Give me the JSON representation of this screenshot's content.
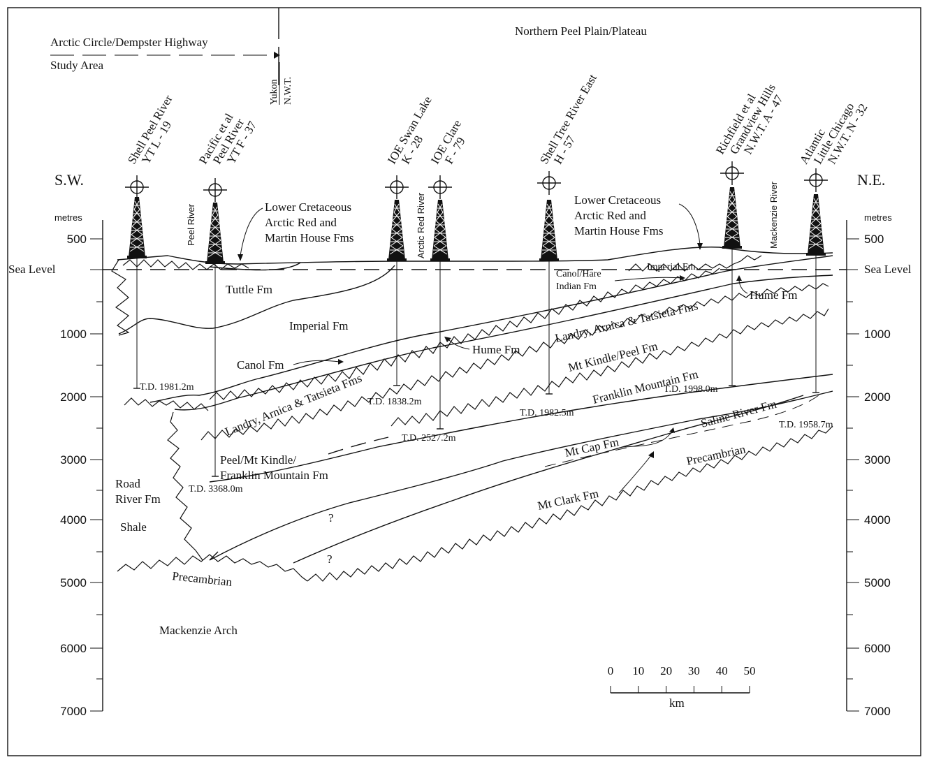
{
  "header": {
    "route_label": "Arctic Circle/Dempster Highway",
    "study_area": "Study Area",
    "region_title": "Northern Peel Plain/Plateau",
    "border_yukon": "Yukon",
    "border_nwt": "N.W.T."
  },
  "orientation": {
    "left": "S.W.",
    "right": "N.E."
  },
  "axes": {
    "unit": "metres",
    "sea_level": "Sea Level",
    "ticks": [
      "500",
      "1000",
      "2000",
      "3000",
      "4000",
      "5000",
      "6000",
      "7000"
    ]
  },
  "wells": [
    {
      "name_line1": "Shell Peel River",
      "name_line2": "YT L - 19",
      "name_line3": "",
      "td": "T.D. 1981.2m"
    },
    {
      "name_line1": "Pacific et al",
      "name_line2": "Peel River",
      "name_line3": "YT F - 37",
      "td": "T.D. 3368.0m"
    },
    {
      "name_line1": "IOE Swan Lake",
      "name_line2": "K - 28",
      "name_line3": "",
      "td": "T.D. 1838.2m"
    },
    {
      "name_line1": "IOE Clare",
      "name_line2": "F - 79",
      "name_line3": "",
      "td": "T.D. 2527.2m"
    },
    {
      "name_line1": "Shell Tree River East",
      "name_line2": "H - 57",
      "name_line3": "",
      "td": "T.D. 1982.5m"
    },
    {
      "name_line1": "Richfield et al",
      "name_line2": "Grandview Hills",
      "name_line3": "N.W.T. A - 47",
      "td": "T.D. 1998.0m"
    },
    {
      "name_line1": "Atlantic",
      "name_line2": "Little Chicago",
      "name_line3": "N.W.T. N - 32",
      "td": "T.D. 1958.7m"
    }
  ],
  "rivers": {
    "peel": "Peel River",
    "arctic_red": "Arctic Red River",
    "mackenzie": "Mackenzie River"
  },
  "formations": {
    "lower_cret_1": [
      "Lower Cretaceous",
      "Arctic Red and",
      "Martin House Fms"
    ],
    "lower_cret_2": [
      "Lower Cretaceous",
      "Arctic Red and",
      "Martin House Fms"
    ],
    "tuttle": "Tuttle Fm",
    "imperial": "Imperial Fm",
    "imperial_ne": "Imperial Fm",
    "canol_hare": [
      "Canol/Hare",
      "Indian Fm"
    ],
    "hume_ne": "Hume Fm",
    "hume": "Hume Fm",
    "canol": "Canol Fm",
    "landry_ne": "Landry, Arnica & Tatsieta Fms",
    "landry_sw": "Landry, Arnica & Tatsieta Fms",
    "mt_kindle_peel": "Mt Kindle/Peel Fm",
    "franklin": "Franklin Mountain Fm",
    "peel_mt_kindle": [
      "Peel/Mt Kindle/",
      "Franklin Mountain Fm"
    ],
    "saline": "Saline River Fm",
    "mt_cap": "Mt Cap Fm",
    "precambrian_ne": "Precambrian",
    "mt_clark": "Mt Clark Fm",
    "road_river": [
      "Road",
      "River Fm"
    ],
    "shale": "Shale",
    "precambrian_sw": "Precambrian",
    "mackenzie_arch": "Mackenzie Arch",
    "unknown_1": "?",
    "unknown_2": "?"
  },
  "scale_bar": {
    "ticks": [
      "0",
      "10",
      "20",
      "30",
      "40",
      "50"
    ],
    "unit": "km"
  }
}
